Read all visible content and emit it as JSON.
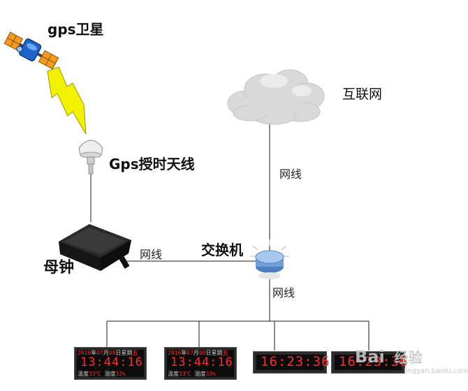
{
  "labels": {
    "satellite": "gps卫星",
    "antenna": "Gps授时天线",
    "internet": "互联网",
    "master_clock": "母钟",
    "switch": "交换机"
  },
  "cables": {
    "internet_to_switch": "网线",
    "master_to_switch": "网线",
    "switch_to_clocks": "网线"
  },
  "clocks": [
    {
      "type": "calendar",
      "date_year": "2016",
      "date_year_unit": "年",
      "date_month": "07",
      "date_month_unit": "月",
      "date_day": "08",
      "date_day_unit": "日",
      "weekday_label": "星期",
      "weekday_value": "五",
      "time": "13:44:16",
      "temp_label": "温度",
      "temp_value": "33",
      "temp_unit": "℃",
      "hum_label": "湿度",
      "hum_value": "33",
      "hum_unit": "%"
    },
    {
      "type": "calendar",
      "date_year": "2016",
      "date_year_unit": "年",
      "date_month": "07",
      "date_month_unit": "月",
      "date_day": "08",
      "date_day_unit": "日",
      "weekday_label": "星期",
      "weekday_value": "五",
      "time": "13:44:16",
      "temp_label": "温度",
      "temp_value": "33",
      "temp_unit": "℃",
      "hum_label": "湿度",
      "hum_value": "33",
      "hum_unit": "%"
    },
    {
      "type": "strip",
      "time": "16:23:36"
    },
    {
      "type": "strip",
      "time": "16:23:36"
    }
  ],
  "watermark": {
    "brand": "Bai",
    "brand2": "经验",
    "sub": "jingyan.baidu.com"
  },
  "colors": {
    "led_red": "#ff2a2a",
    "led_background": "#0c0c0c",
    "clock_frame": "#2b2b2b",
    "lightning": "#f2f200",
    "satellite_panel": "#f59a1e",
    "satellite_body": "#1e63c8",
    "switch_blue": "#6e9fd6"
  }
}
